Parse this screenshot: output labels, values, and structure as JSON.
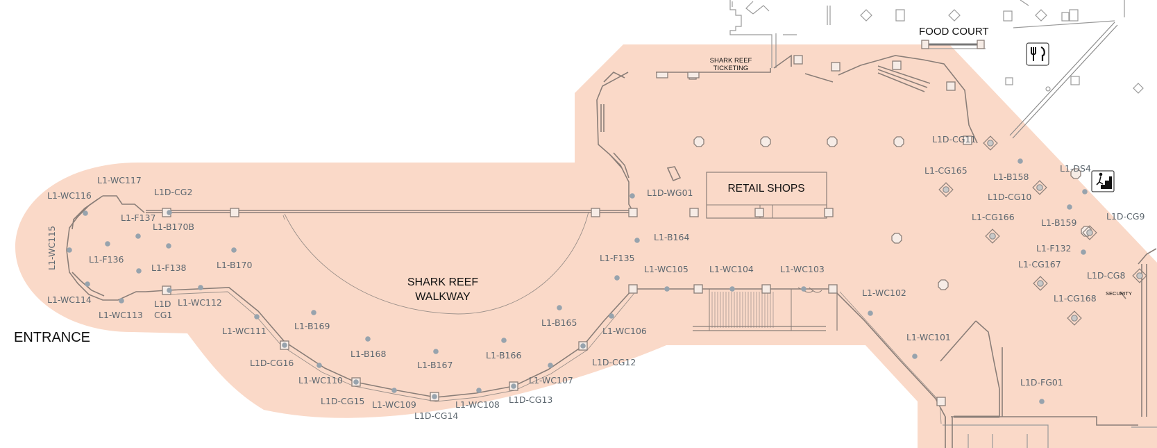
{
  "areas": {
    "food_court": "FOOD COURT",
    "shark_reef_ticketing_line1": "SHARK REEF",
    "shark_reef_ticketing_line2": "TICKETING",
    "retail_shops": "RETAIL SHOPS",
    "walkway_line1": "SHARK REEF",
    "walkway_line2": "WALKWAY",
    "entrance": "ENTRANCE",
    "security": "SECURITY"
  },
  "icons": {
    "food_court": "fork-knife-icon",
    "stairs": "stairs-icon"
  },
  "colors": {
    "zone_fill": "#fad9c8",
    "marker": "#97a3ad",
    "label": "#5e6870"
  },
  "points": [
    {
      "id": "L1-WC117",
      "marker": false
    },
    {
      "id": "L1-WC116",
      "marker": true
    },
    {
      "id": "L1D-CG2",
      "marker": true
    },
    {
      "id": "L1-F137",
      "marker": true
    },
    {
      "id": "L1-B170B",
      "marker": true
    },
    {
      "id": "L1-WC115",
      "marker": true
    },
    {
      "id": "L1-F136",
      "marker": true
    },
    {
      "id": "L1-F138",
      "marker": true
    },
    {
      "id": "L1-B170",
      "marker": true
    },
    {
      "id": "L1-WC114",
      "marker": true
    },
    {
      "id": "L1-WC113",
      "marker": true
    },
    {
      "id": "L1D",
      "marker": true
    },
    {
      "id": "CG1",
      "marker": false
    },
    {
      "id": "L1-WC112",
      "marker": true
    },
    {
      "id": "L1-WC111",
      "marker": true
    },
    {
      "id": "L1-B169",
      "marker": true
    },
    {
      "id": "L1D-CG16",
      "marker": true
    },
    {
      "id": "L1-B168",
      "marker": true
    },
    {
      "id": "L1-WC110",
      "marker": true
    },
    {
      "id": "L1D-CG15",
      "marker": true
    },
    {
      "id": "L1-WC109",
      "marker": true
    },
    {
      "id": "L1-B167",
      "marker": true
    },
    {
      "id": "L1D-CG14",
      "marker": true
    },
    {
      "id": "L1-WC108",
      "marker": true
    },
    {
      "id": "L1-B166",
      "marker": true
    },
    {
      "id": "L1D-CG13",
      "marker": true
    },
    {
      "id": "L1-WC107",
      "marker": true
    },
    {
      "id": "L1-B165",
      "marker": true
    },
    {
      "id": "L1D-CG12",
      "marker": true
    },
    {
      "id": "L1-WC106",
      "marker": true
    },
    {
      "id": "L1-F135",
      "marker": true
    },
    {
      "id": "L1D-WG01",
      "marker": true
    },
    {
      "id": "L1-B164",
      "marker": true
    },
    {
      "id": "L1-WC105",
      "marker": true
    },
    {
      "id": "L1-WC104",
      "marker": true
    },
    {
      "id": "L1-WC103",
      "marker": true
    },
    {
      "id": "L1-WC102",
      "marker": true
    },
    {
      "id": "L1-WC101",
      "marker": true
    },
    {
      "id": "L1D-FG01",
      "marker": true
    },
    {
      "id": "L1D-CG11",
      "marker": true
    },
    {
      "id": "L1-CG165",
      "marker": true
    },
    {
      "id": "L1-B158",
      "marker": true
    },
    {
      "id": "L1D-CG10",
      "marker": true
    },
    {
      "id": "L1-DS4",
      "marker": true
    },
    {
      "id": "L1-CG166",
      "marker": true
    },
    {
      "id": "L1-B159",
      "marker": true
    },
    {
      "id": "L1D-CG9",
      "marker": true
    },
    {
      "id": "L1-F132",
      "marker": true
    },
    {
      "id": "L1-CG167",
      "marker": true
    },
    {
      "id": "L1D-CG8",
      "marker": true
    },
    {
      "id": "L1-CG168",
      "marker": true
    }
  ]
}
